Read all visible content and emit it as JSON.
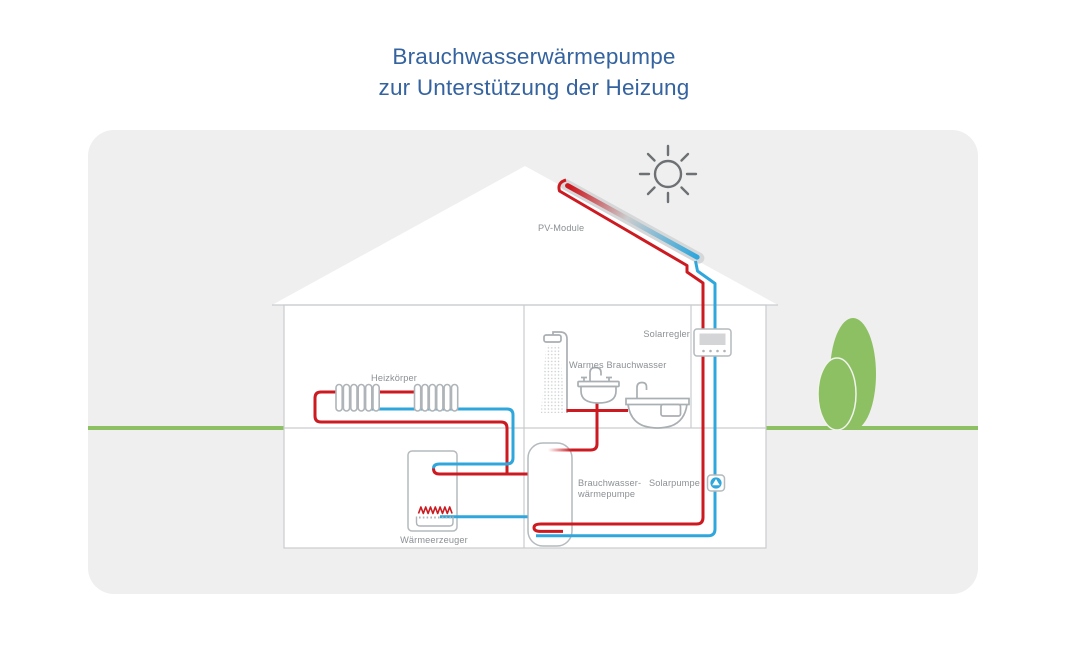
{
  "title": {
    "line1": "Brauchwasserwärmepumpe",
    "line2": "zur Unterstützung der Heizung"
  },
  "diagram": {
    "labels": {
      "pv_module": "PV-Module",
      "solarregler": "Solarregler",
      "warmes_brauchwasser": "Warmes Brauchwasser",
      "heizkoerper": "Heizkörper",
      "brauchwasserwaermepumpe_line1": "Brauchwasser-",
      "brauchwasserwaermepumpe_line2": "wärmepumpe",
      "solarpumpe": "Solarpumpe",
      "waermeerzeuger": "Wärmeerzeuger"
    }
  },
  "colors": {
    "hot_pipe_red": "#cc1a20",
    "cold_pipe_blue": "#2fa7dc",
    "grass_green": "#8dc063",
    "title_blue": "#34639f",
    "label_gray": "#8b9094",
    "outline_gray": "#b4babe",
    "wall_gray": "#c9ccce",
    "card_bg": "#efefef"
  }
}
